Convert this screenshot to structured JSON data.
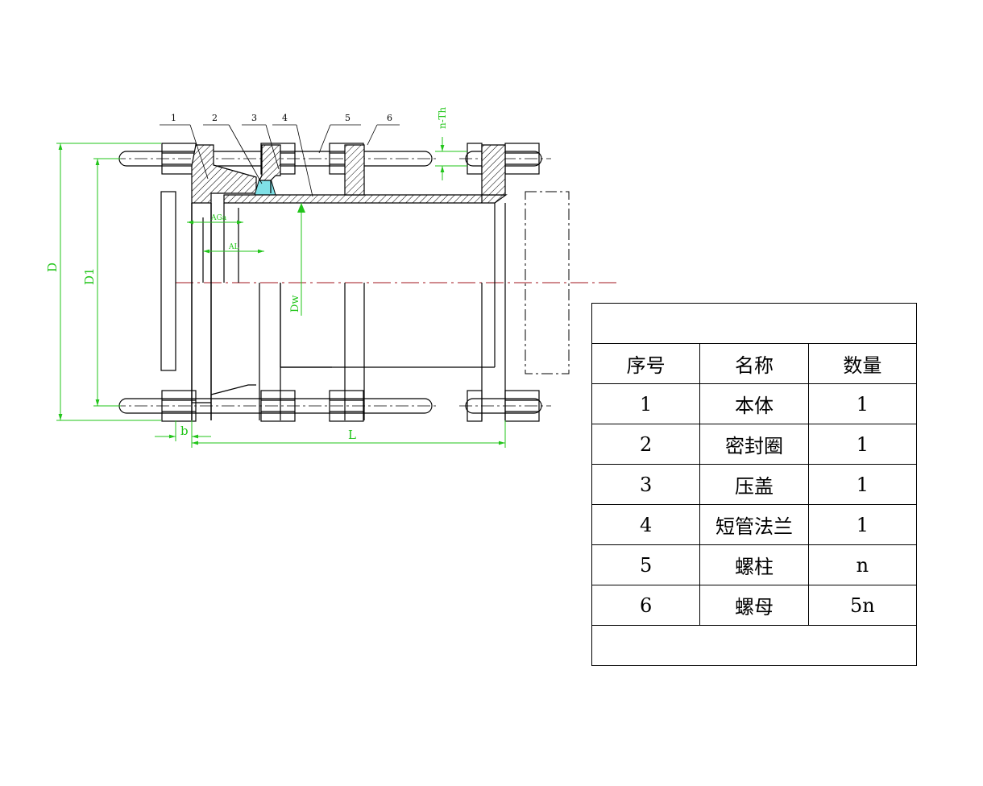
{
  "leaders": [
    "1",
    "2",
    "3",
    "4",
    "5",
    "6"
  ],
  "dimensions": {
    "D": "D",
    "D1": "D1",
    "L": "L",
    "b": "b",
    "n_Th": "n-Th",
    "Dw": "Dw",
    "dGa": "AGa",
    "dL": "AL"
  },
  "parts_table": {
    "title": "",
    "headers": [
      "序号",
      "名称",
      "数量"
    ],
    "rows": [
      {
        "no": "1",
        "name": "本体",
        "qty": "1"
      },
      {
        "no": "2",
        "name": "密封圈",
        "qty": "1"
      },
      {
        "no": "3",
        "name": "压盖",
        "qty": "1"
      },
      {
        "no": "4",
        "name": "短管法兰",
        "qty": "1"
      },
      {
        "no": "5",
        "name": "螺柱",
        "qty": "n"
      },
      {
        "no": "6",
        "name": "螺母",
        "qty": "5n"
      }
    ],
    "footer": ""
  },
  "colors": {
    "dimension": "#22c51a",
    "centerline": "#a0141e",
    "seal": "#7fe0e6"
  }
}
